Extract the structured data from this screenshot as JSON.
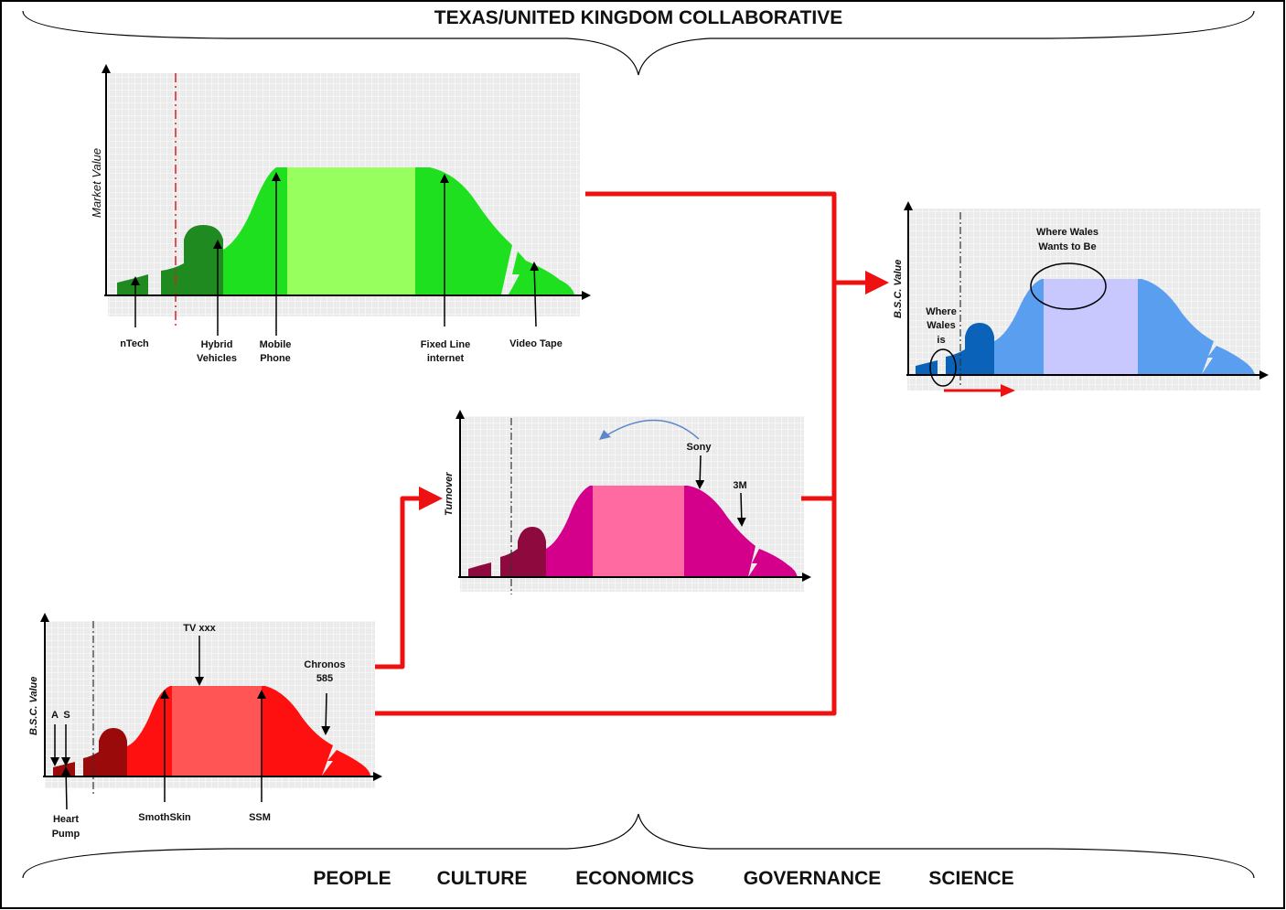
{
  "header": {
    "title": "TEXAS/UNITED KINGDOM COLLABORATIVE"
  },
  "footer": {
    "items": [
      "PEOPLE",
      "CULTURE",
      "ECONOMICS",
      "GOVERNANCE",
      "SCIENCE"
    ]
  },
  "market_chart": {
    "ylabel": "Market Value",
    "colors": {
      "dark": "#1f8a1f",
      "mid": "#1ee01e",
      "light": "#97ff5e"
    },
    "labels": {
      "ntech": "nTech",
      "hybrid": [
        "Hybrid",
        "Vehicles"
      ],
      "mobile": [
        "Mobile",
        "Phone"
      ],
      "fixed": [
        "Fixed Line",
        "internet"
      ],
      "video": "Video Tape"
    }
  },
  "turnover_chart": {
    "ylabel": "Turnover",
    "colors": {
      "dark": "#8e0a3e",
      "mid": "#d4008c",
      "light": "#ff6aa0"
    },
    "labels": {
      "sony": "Sony",
      "threem": "3M"
    }
  },
  "bsc_chart": {
    "ylabel": "B.S.C. Value",
    "colors": {
      "dark": "#9a0a0a",
      "mid": "#ff1010",
      "light": "#ff5555"
    },
    "labels": {
      "a": "A",
      "s": "S",
      "heart": [
        "Heart",
        "Pump"
      ],
      "smoth": "SmothSkin",
      "ssm": "SSM",
      "tv": "TV xxx",
      "chronos": [
        "Chronos",
        "585"
      ]
    }
  },
  "wales_chart": {
    "ylabel": "B.S.C. Value",
    "colors": {
      "dark": "#0a63b8",
      "mid": "#5a9ef0",
      "light": "#c8c8ff"
    },
    "labels": {
      "wants": [
        "Where Wales",
        "Wants to Be"
      ],
      "is": [
        "Where",
        "Wales",
        "is"
      ]
    }
  },
  "connector_color": "#ee1111",
  "arc_color": "#5b86c8"
}
